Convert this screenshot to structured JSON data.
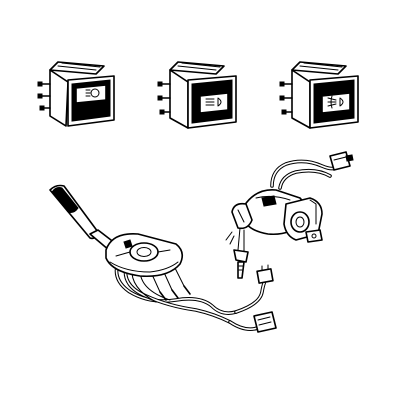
{
  "illustration": {
    "parts": [
      {
        "id": "switch-1",
        "icon": "headlamp-symbol"
      },
      {
        "id": "switch-2",
        "icon": "lamp-beam-symbol"
      },
      {
        "id": "switch-3",
        "icon": "fog-lamp-symbol"
      },
      {
        "id": "stalk-switch",
        "icon": "combination-stalk"
      },
      {
        "id": "ignition-switch",
        "icon": "ignition-lock-with-key"
      }
    ]
  }
}
